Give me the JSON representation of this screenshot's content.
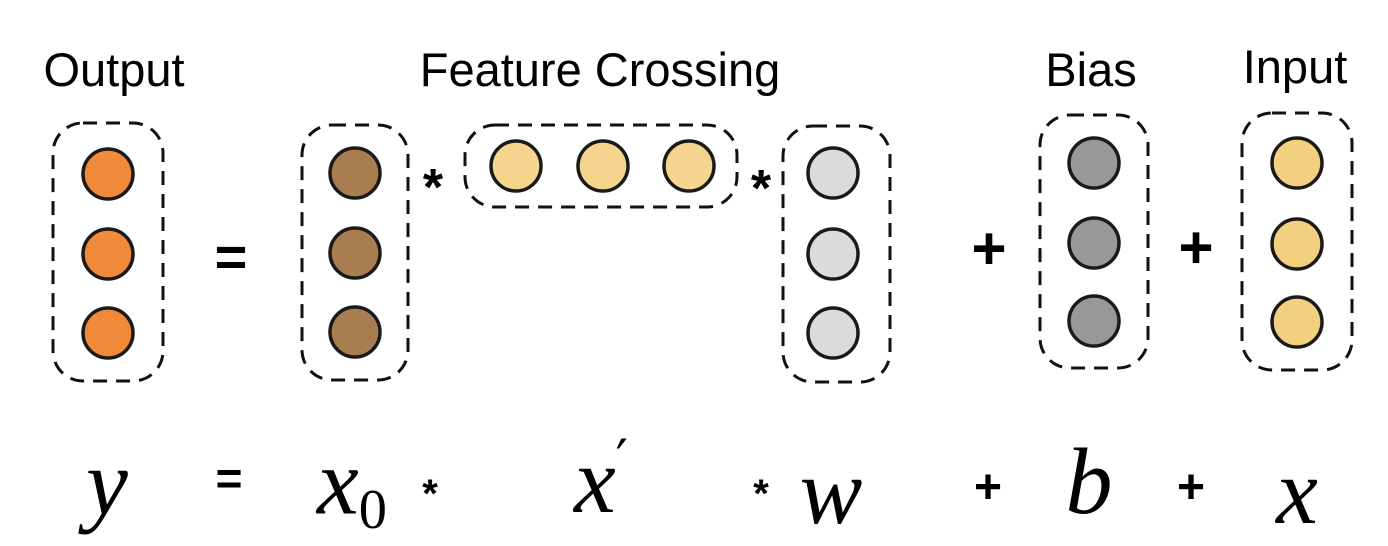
{
  "labels": {
    "output": "Output",
    "feature_crossing": "Feature Crossing",
    "bias": "Bias",
    "input": "Input"
  },
  "diagram_operators": {
    "equals": "=",
    "star_1": "*",
    "star_2": "*",
    "plus_1": "+",
    "plus_2": "+"
  },
  "formula": {
    "y": "y",
    "equals": "=",
    "x0_base": "x",
    "x0_subscript": "0",
    "star_1": "*",
    "x_prime_base": "x",
    "x_prime_mark": "′",
    "star_2": "*",
    "w": "w",
    "plus_1": "+",
    "b": "b",
    "plus_2": "+",
    "x": "x"
  },
  "vectors": {
    "output": {
      "nodes": 3,
      "orientation": "vertical"
    },
    "x0": {
      "nodes": 3,
      "orientation": "vertical"
    },
    "x_prime": {
      "nodes": 3,
      "orientation": "horizontal"
    },
    "w": {
      "nodes": 3,
      "orientation": "vertical"
    },
    "b": {
      "nodes": 3,
      "orientation": "vertical"
    },
    "x": {
      "nodes": 3,
      "orientation": "vertical"
    }
  },
  "colors": {
    "background": "#FFFFFF",
    "text": "#000000",
    "box_stroke": "#111111",
    "node_stroke": "#1A1A1A",
    "output_fill": "#F08A3A",
    "x0_fill": "#A87D4F",
    "x_prime_fill": "#F5D58E",
    "w_fill": "#DBDBDB",
    "b_fill": "#989898",
    "x_fill": "#F3CF80"
  }
}
